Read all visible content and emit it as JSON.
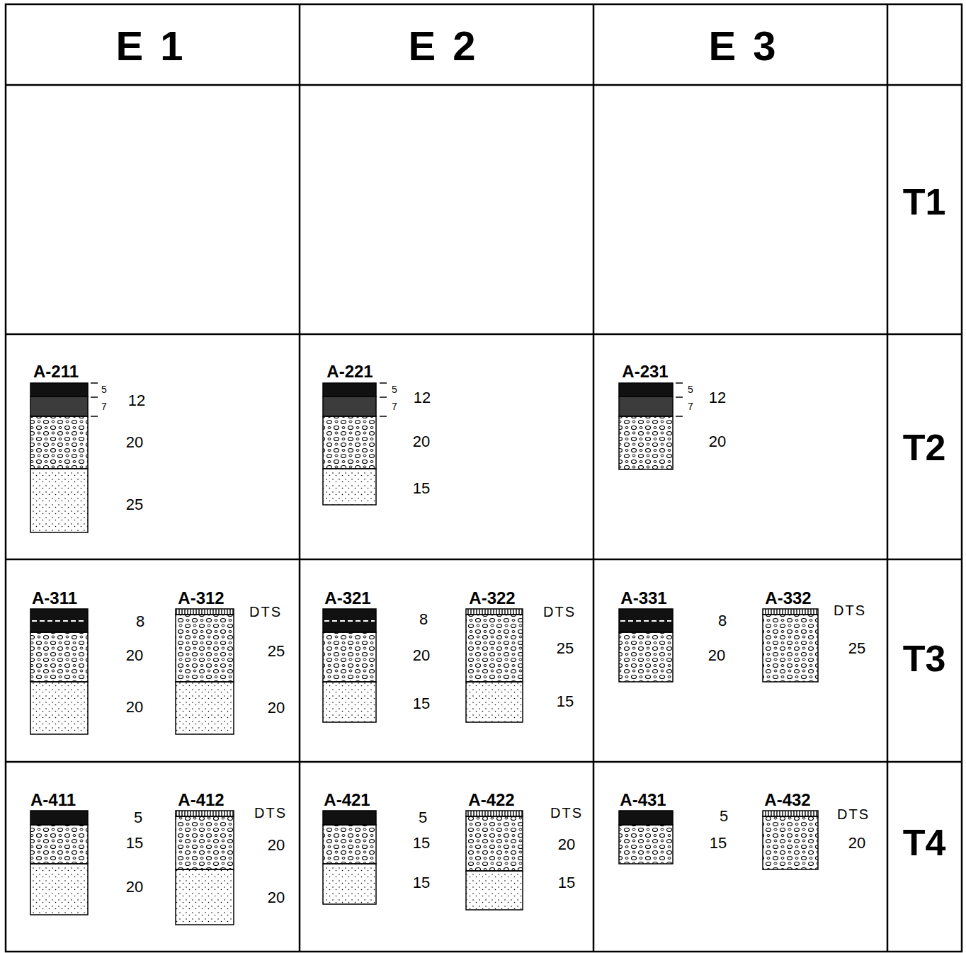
{
  "diagram": {
    "labels": [
      "E 1",
      "E 2",
      "E 3",
      "T1",
      "A-211",
      "5",
      "7",
      "12",
      "20",
      "25",
      "A-221",
      "5",
      "7",
      "12",
      "20",
      "15",
      "A-231",
      "5",
      "7",
      "12",
      "20",
      "T2",
      "A-311",
      "8",
      "20",
      "20",
      "A-312",
      "DTS",
      "25",
      "20",
      "A-321",
      "8",
      "20",
      "15",
      "A-322",
      "DTS",
      "25",
      "15",
      "A-331",
      "8",
      "20",
      "A-332",
      "DTS",
      "25",
      "T3",
      "A-411",
      "5",
      "15",
      "20",
      "A-412",
      "DTS",
      "20",
      "20",
      "A-421",
      "5",
      "15",
      "15",
      "A-422",
      "DTS",
      "20",
      "15",
      "A-431",
      "5",
      "15",
      "A-432",
      "DTS",
      "20",
      "T4"
    ]
  }
}
